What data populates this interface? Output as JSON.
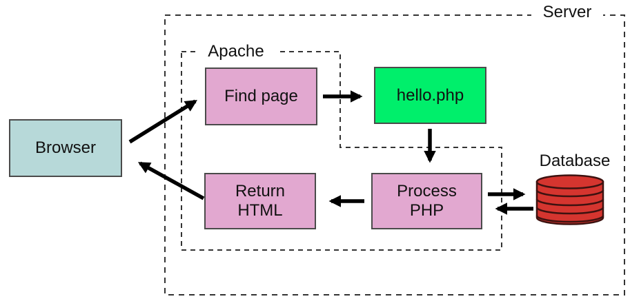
{
  "diagram": {
    "containers": {
      "server": {
        "label": "Server"
      },
      "apache": {
        "label": "Apache"
      }
    },
    "nodes": {
      "browser": {
        "label": "Browser",
        "fill": "#b7d9d9"
      },
      "find_page": {
        "label": "Find page",
        "fill": "#e2a8d0"
      },
      "hello_php": {
        "label": "hello.php",
        "fill": "#00ef6b"
      },
      "return_html": {
        "label": "Return\nHTML",
        "fill": "#e2a8d0"
      },
      "process_php": {
        "label": "Process\nPHP",
        "fill": "#e2a8d0"
      },
      "database": {
        "label": "Database",
        "fill": "#d5352f"
      }
    },
    "edges": [
      {
        "from": "browser",
        "to": "find_page"
      },
      {
        "from": "find_page",
        "to": "hello_php"
      },
      {
        "from": "hello_php",
        "to": "process_php"
      },
      {
        "from": "process_php",
        "to": "return_html"
      },
      {
        "from": "return_html",
        "to": "browser"
      },
      {
        "from": "process_php",
        "to": "database"
      },
      {
        "from": "database",
        "to": "process_php"
      }
    ],
    "style": {
      "arrow_color": "#000000",
      "dashed_border_color": "#333333",
      "node_border_color": "#4a4a4a",
      "database_outline_color": "#3d1210"
    }
  }
}
